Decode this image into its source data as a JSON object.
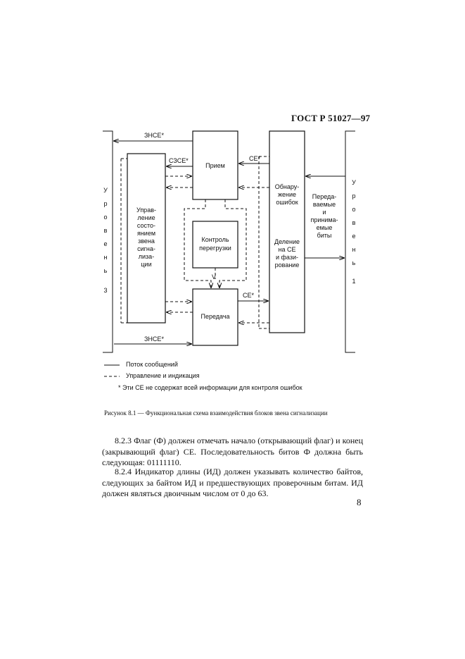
{
  "header": {
    "doc_id": "ГОСТ Р 51027—97"
  },
  "diagram": {
    "left_level_letters": [
      "У",
      "р",
      "о",
      "в",
      "е",
      "н",
      "ь",
      "3"
    ],
    "right_level_letters": [
      "У",
      "р",
      "о",
      "в",
      "е",
      "н",
      "ь",
      "1"
    ],
    "block_management": [
      "Управ-",
      "ление",
      "состо-",
      "янием",
      "звена",
      "сигна-",
      "лиза-",
      "ции"
    ],
    "block_receive": "Прием",
    "block_overload": [
      "Контроль",
      "перегрузки"
    ],
    "block_transmit": "Передача",
    "block_error_detection": [
      "Обнару-",
      "жение",
      "ошибок"
    ],
    "block_delimit": [
      "Деление",
      "на СЕ",
      "и фази-",
      "рование"
    ],
    "block_bits": [
      "Переда-",
      "ваемые",
      "и",
      "принима-",
      "емые",
      "биты"
    ],
    "label_znse_top": "ЗНСЕ*",
    "label_szse": "СЗСЕ*",
    "label_se_top": "СЕ*",
    "label_se_bottom": "СЕ*",
    "label_znse_bottom": "ЗНСЕ*",
    "label_v": "V"
  },
  "legend": {
    "flow": "Поток сообщений",
    "control": "Управление и индикация",
    "note": "* Эти СЕ не содержат всей информации для контроля ошибок"
  },
  "caption": "Рисунок 8.1 — Функциональная схема взаимодействия блоков звена сигнализации",
  "paragraphs": {
    "p1": "8.2.3 Флаг (Ф) должен отмечать начало (открывающий флаг) и конец (закрывающий флаг) СЕ. Последовательность битов Ф должна быть следующая: 01111110.",
    "p2": "8.2.4 Индикатор длины (ИД) должен указывать количество байтов, следующих за байтом ИД и предшествующих проверочным битам. ИД должен являться двоичным числом от 0 до 63."
  },
  "page_number": "8"
}
